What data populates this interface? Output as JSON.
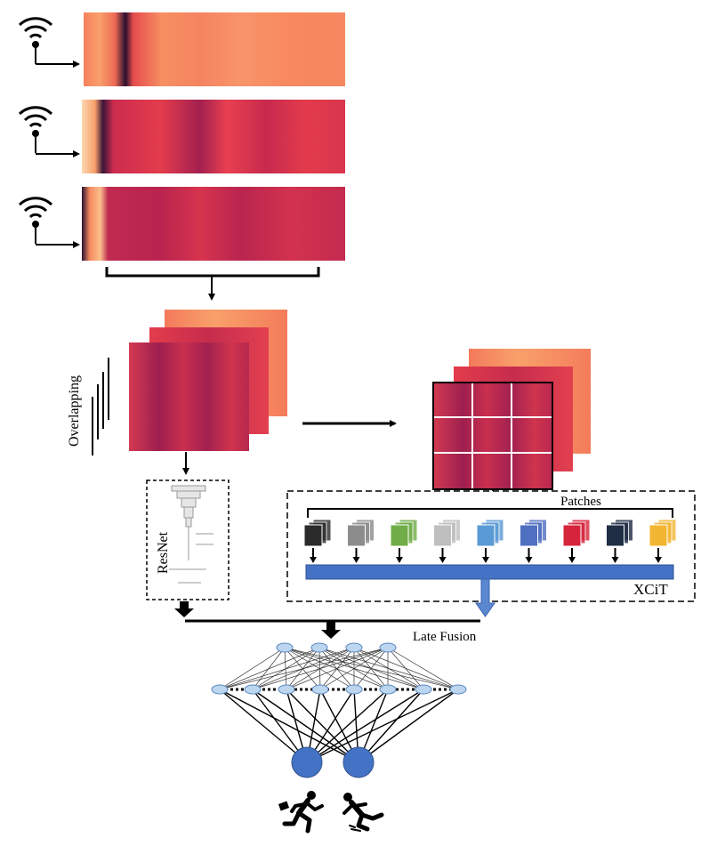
{
  "labels": {
    "overlapping": "Overlapping",
    "resnet": "ResNet",
    "patches": "Patches",
    "xcit": "XCiT",
    "late_fusion": "Late Fusion"
  },
  "icons": {
    "antenna": "wifi-antenna-icon",
    "run": "running-person-icon",
    "fall": "falling-person-icon"
  },
  "colors": {
    "heatmap_light": "#fa9a64",
    "heatmap_mid": "#e8404e",
    "heatmap_dark": "#2a1030",
    "bar_blue": "#4472c4",
    "node_fill": "#bcd6f0",
    "output_node": "#4472c4"
  },
  "patch_colors": [
    "#2b2b2b",
    "#8c8c8c",
    "#70ad47",
    "#bfbfbf",
    "#5b9bd5",
    "#4f6fc0",
    "#d6243d",
    "#1f2d45",
    "#f2b632"
  ]
}
